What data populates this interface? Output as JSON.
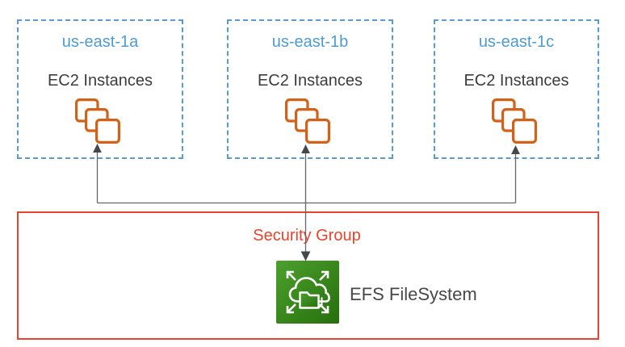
{
  "diagram": {
    "zones": [
      {
        "name": "us-east-1a",
        "resource_label": "EC2 Instances",
        "icon": "ec2-instances-stack-icon"
      },
      {
        "name": "us-east-1b",
        "resource_label": "EC2 Instances",
        "icon": "ec2-instances-stack-icon"
      },
      {
        "name": "us-east-1c",
        "resource_label": "EC2 Instances",
        "icon": "ec2-instances-stack-icon"
      }
    ],
    "security_group": {
      "label": "Security Group"
    },
    "efs": {
      "label": "EFS FileSystem",
      "icon": "efs-filesystem-icon"
    },
    "connections": [
      "efs-to-us-east-1a-ec2",
      "efs-to-us-east-1b-ec2 (double-headed)",
      "efs-to-us-east-1c-ec2"
    ],
    "colors": {
      "az_border_blue": "#5B9BD5",
      "az_title_blue": "#4E9BD4",
      "label_dark": "#3C3C3C",
      "ec2_orange": "#D2611A",
      "sg_red": "#E8432C",
      "efs_green_light": "#4CA02C",
      "efs_green_dark": "#266F0D",
      "connector_gray": "#666666",
      "arrowhead_gray": "#45484B"
    }
  }
}
